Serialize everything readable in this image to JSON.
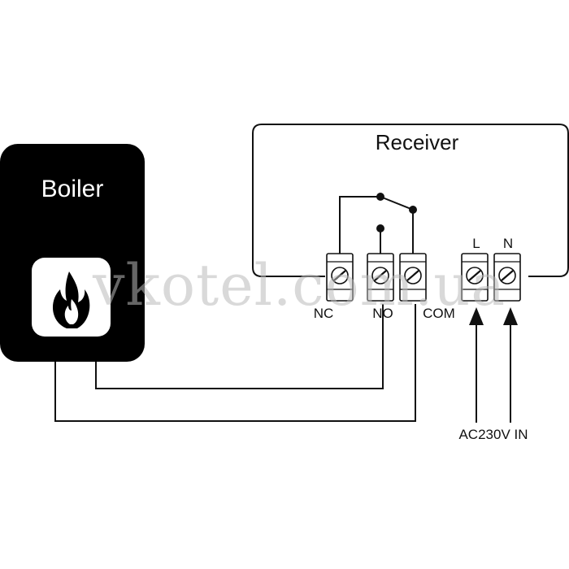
{
  "boiler": {
    "label": "Boiler"
  },
  "receiver": {
    "label": "Receiver"
  },
  "terminals": {
    "nc": "NC",
    "no": "NO",
    "com": "COM",
    "l": "L",
    "n": "N"
  },
  "power_input": {
    "label": "AC230V IN"
  },
  "watermark": {
    "text": "vkotel.com.ua"
  },
  "colors": {
    "ink": "#111111",
    "background": "#ffffff",
    "watermark": "#bbbbbb"
  }
}
